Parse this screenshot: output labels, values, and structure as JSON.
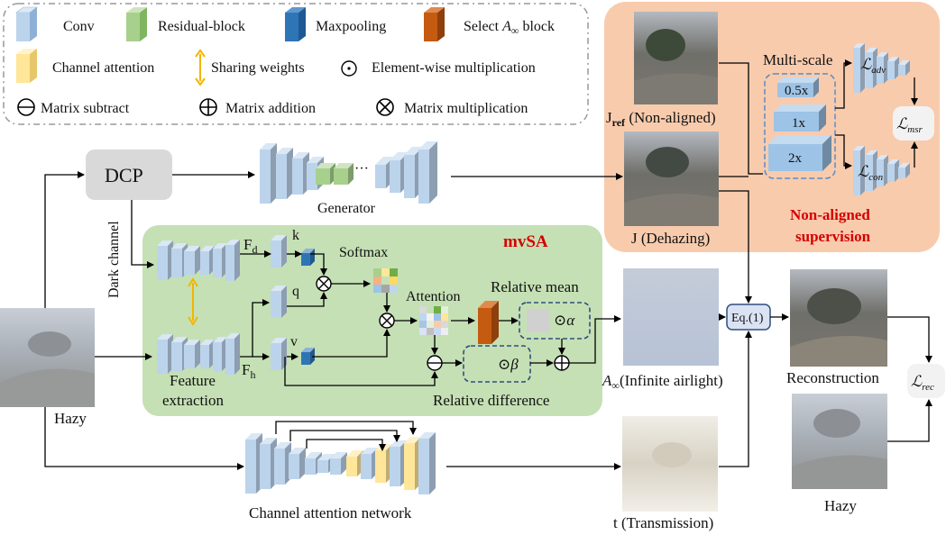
{
  "legend": {
    "conv": "Conv",
    "residual_block": "Residual-block",
    "maxpooling": "Maxpooling",
    "select_block_prefix": "Select ",
    "select_block_symbol": "A",
    "select_block_sub": "∞",
    "select_block_suffix": " block",
    "channel_attention": "Channel attention",
    "sharing_weights": "Sharing weights",
    "elementwise_mult": "Element-wise multiplication",
    "matrix_subtract": "Matrix subtract",
    "matrix_addition": "Matrix addition",
    "matrix_multiplication": "Matrix multiplication"
  },
  "colors": {
    "conv": "#bcd3ec",
    "conv_dark": "#8fb0d6",
    "residual": "#a8d08d",
    "maxpool": "#2e75b6",
    "select": "#c55a11",
    "channel_att": "#ffe699",
    "mvsa_bg": "#c5e0b4",
    "nonaligned_bg": "#f8cbad",
    "multiscale_box": "#9dc3e6",
    "red_title": "#d40000"
  },
  "labels": {
    "dcp": "DCP",
    "dark_channel": "Dark channel",
    "generator": "Generator",
    "hazy_input": "Hazy",
    "feature_extraction_1": "Feature",
    "feature_extraction_2": "extraction",
    "fd": "F",
    "fd_sub": "d",
    "fh": "F",
    "fh_sub": "h",
    "k": "k",
    "q": "q",
    "v": "v",
    "softmax": "Softmax",
    "attention": "Attention",
    "relative_mean": "Relative mean",
    "relative_difference": "Relative difference",
    "alpha_term": "⊙α",
    "beta_term": "⊙β",
    "mvsa_title": "mvSA",
    "airlight_symbol": "A",
    "airlight_sub": "∞",
    "airlight_text": "(Infinite airlight)",
    "channel_attention_network": "Channel attention network",
    "transmission": "t (Transmission)",
    "eq": "Eq.(1)",
    "reconstruction": "Reconstruction",
    "hazy_bottom": "Hazy",
    "l_rec": "rec",
    "jref_prefix": "J",
    "jref_sub": "ref",
    "jref_suffix": " (Non-aligned)",
    "j_dehazing": "J (Dehazing)",
    "multi_scale": "Multi-scale",
    "scale_05": "0.5x",
    "scale_1": "1x",
    "scale_2": "2x",
    "l_adv": "adv",
    "l_con": "con",
    "l_msr": "msr",
    "non_aligned_1": "Non-aligned",
    "non_aligned_2": "supervision",
    "ellipsis": "···"
  }
}
